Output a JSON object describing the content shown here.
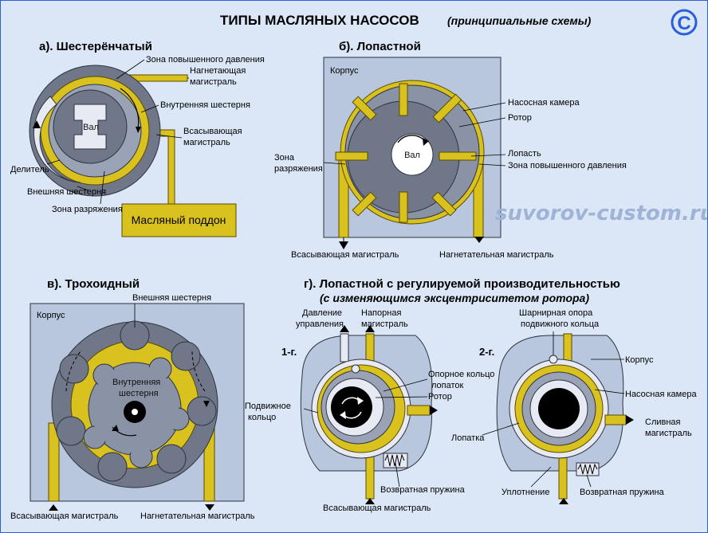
{
  "title": "ТИПЫ МАСЛЯНЫХ НАСОСОВ",
  "subtitle": "(принципиальные схемы)",
  "copyright": "©",
  "watermark": "suvorov-custom.ru",
  "gear": {
    "heading": "а). Шестерёнчатый",
    "shaft": "Вал",
    "pressure_zone": "Зона повышенного давления",
    "discharge_line": "Нагнетающая магистраль",
    "inner_gear": "Внутренняя шестерня",
    "suction_line": "Всасывающая магистраль",
    "divider": "Делитель",
    "outer_gear": "Внешняя шестерня",
    "vacuum_zone": "Зона разряжения",
    "oil_pan": "Масляный поддон"
  },
  "vane": {
    "heading": "б). Лопастной",
    "housing": "Корпус",
    "pump_chamber": "Насосная камера",
    "rotor": "Ротор",
    "shaft": "Вал",
    "vacuum_zone": "Зона разряжения",
    "vane": "Лопасть",
    "pressure_zone": "Зона повышенного давления",
    "suction_line": "Всасывающая магистраль",
    "discharge_line": "Нагнетательная магистраль"
  },
  "gerotor": {
    "heading": "в). Трохоидный",
    "outer_gear": "Внешняя шестерня",
    "housing": "Корпус",
    "inner_gear": "Внутренняя шестерня",
    "suction_line": "Всасывающая магистраль",
    "discharge_line": "Нагнетательная магистраль"
  },
  "variable": {
    "heading": "г). Лопастной с регулируемой производительностью",
    "subheading": "(с изменяющимся эксцентриситетом ротора)",
    "step1": "1-г.",
    "step2": "2-г.",
    "control_pressure": "Давление управления",
    "pressure_line": "Напорная магистраль",
    "vane_support_ring": "Опорное кольцо лопаток",
    "rotor": "Ротор",
    "movable_ring": "Подвижное кольцо",
    "suction_line": "Всасывающая магистраль",
    "return_spring": "Возвратная пружина",
    "pivot_support": "Шарнирная опора подвижного кольца",
    "housing": "Корпус",
    "pump_chamber": "Насосная камера",
    "drain_line": "Сливная магистраль",
    "vane": "Лопатка",
    "seal": "Уплотнение",
    "return_spring2": "Возвратная пружина"
  },
  "colors": {
    "accent_yellow": "#d9c21d",
    "gray_metal": "#6f7788",
    "background": "#dbe7f7",
    "border": "#2b5fd9"
  }
}
